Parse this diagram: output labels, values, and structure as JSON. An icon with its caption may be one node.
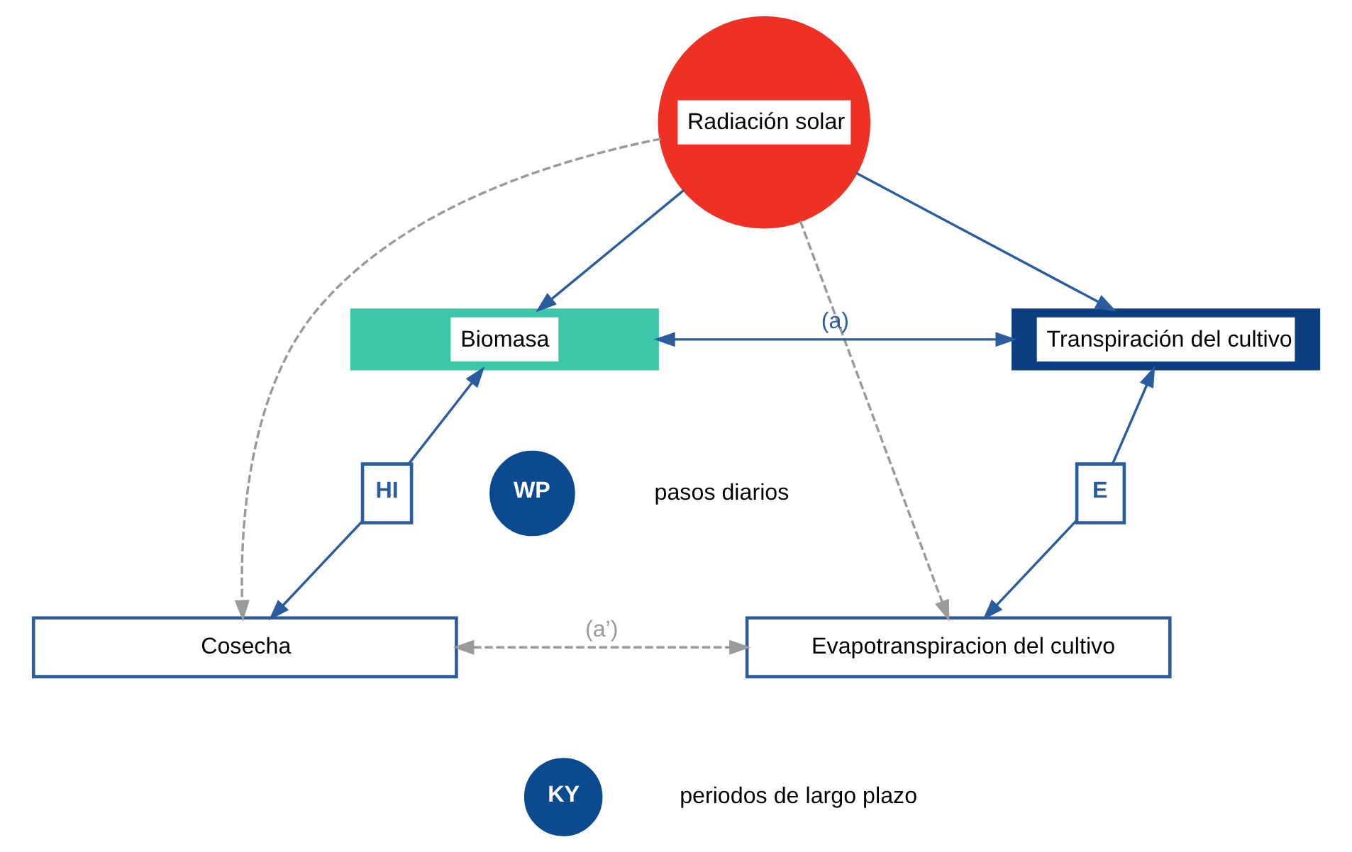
{
  "diagram": {
    "nodes": [
      {
        "text": [
          "Radiación solar"
        ]
      },
      {
        "text": [
          "Biomasa"
        ]
      },
      {
        "text": [
          "Transpiración del cultivo"
        ]
      },
      {
        "text": [
          "HI"
        ]
      },
      {
        "text": [
          "E"
        ]
      },
      {
        "text": [
          "Cosecha"
        ]
      },
      {
        "text": [
          "Evapotranspiracion del cultivo"
        ]
      },
      {
        "text": [
          "WP"
        ],
        "beside": [
          "pasos diarios"
        ]
      },
      {
        "text": [
          "KY"
        ],
        "beside": [
          "periodos de largo plazo"
        ]
      }
    ],
    "edges": [
      {
        "from": 0,
        "to": 1,
        "arrow": "to"
      },
      {
        "from": 0,
        "to": 2,
        "arrow": "to"
      },
      {
        "from": 0,
        "to": 5,
        "arrow": "to",
        "style": "dashed",
        "color": "#9a9a9a"
      },
      {
        "from": 0,
        "to": 6,
        "arrow": "to",
        "style": "dashed",
        "color": "#9a9a9a"
      },
      {
        "from": 1,
        "to": 2,
        "arrow": "both",
        "label": "(a)"
      },
      {
        "from": 3,
        "to": 1,
        "arrow": "to"
      },
      {
        "from": 3,
        "to": 5,
        "arrow": "to"
      },
      {
        "from": 4,
        "to": 2,
        "arrow": "to"
      },
      {
        "from": 4,
        "to": 6,
        "arrow": "to"
      },
      {
        "from": 5,
        "to": 6,
        "arrow": "both",
        "label": "(a’)",
        "style": "dashed",
        "color": "#9a9a9a"
      }
    ]
  }
}
